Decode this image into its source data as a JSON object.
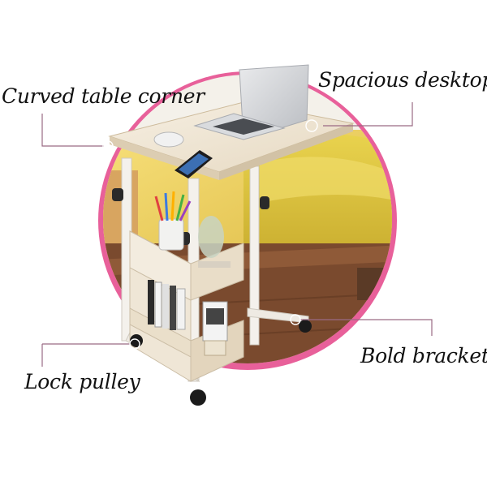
{
  "callouts": {
    "curved_table_corner": "Curved table corner",
    "spacious_desktop": "Spacious desktop",
    "bold_bracket": "Bold bracket",
    "lock_pulley": "Lock pulley"
  },
  "colors": {
    "background": "#ffffff",
    "accent_circle": "#e8609a",
    "callout_line": "#9a6a84",
    "tabletop": "#efe6d6",
    "frame": "#f4f1ec",
    "wall": "#f0d46a",
    "floor": "#7a4a2e"
  }
}
